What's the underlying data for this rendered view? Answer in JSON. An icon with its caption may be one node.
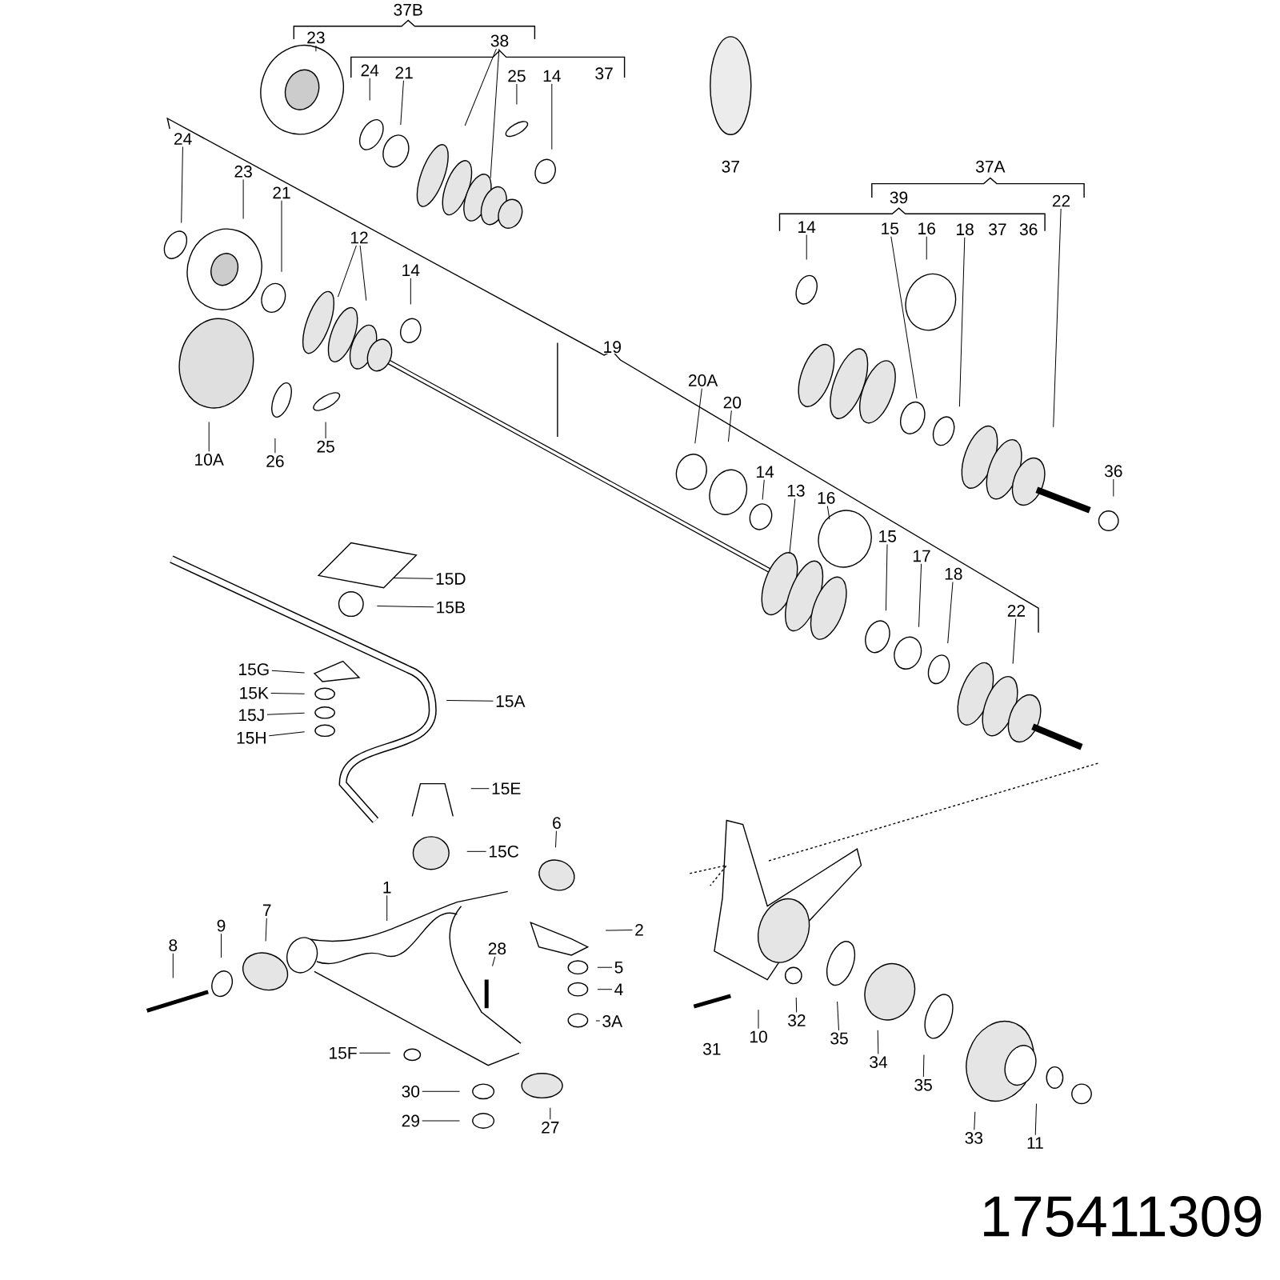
{
  "diagram": {
    "nodes": [
      {
        "text": [
          "23"
        ]
      },
      {
        "text": [
          "38"
        ]
      },
      {
        "text": [
          "24"
        ]
      },
      {
        "text": [
          "21"
        ]
      },
      {
        "text": [
          "25"
        ]
      },
      {
        "text": [
          "14"
        ]
      },
      {
        "text": [
          "24"
        ]
      },
      {
        "text": [
          "23"
        ]
      },
      {
        "text": [
          "21"
        ]
      },
      {
        "text": [
          "12"
        ]
      },
      {
        "text": [
          "14"
        ]
      },
      {
        "text": [
          "14"
        ]
      },
      {
        "text": [
          "15"
        ]
      },
      {
        "text": [
          "16"
        ]
      },
      {
        "text": [
          "18"
        ]
      },
      {
        "text": [
          "22"
        ]
      },
      {
        "text": [
          "20A"
        ]
      },
      {
        "text": [
          "20"
        ]
      },
      {
        "text": [
          "10A"
        ]
      },
      {
        "text": [
          "26"
        ]
      },
      {
        "text": [
          "25"
        ]
      },
      {
        "text": [
          "36"
        ]
      },
      {
        "text": [
          "14"
        ]
      },
      {
        "text": [
          "13"
        ]
      },
      {
        "text": [
          "16"
        ]
      },
      {
        "text": [
          "15"
        ]
      },
      {
        "text": [
          "17"
        ]
      },
      {
        "text": [
          "18"
        ]
      },
      {
        "text": [
          "22"
        ]
      },
      {
        "text": [
          "15D"
        ]
      },
      {
        "text": [
          "15B"
        ]
      },
      {
        "text": [
          "15G"
        ]
      },
      {
        "text": [
          "15K"
        ]
      },
      {
        "text": [
          "15J"
        ]
      },
      {
        "text": [
          "15H"
        ]
      },
      {
        "text": [
          "15A"
        ]
      },
      {
        "text": [
          "15E"
        ]
      },
      {
        "text": [
          "6"
        ]
      },
      {
        "text": [
          "15C"
        ]
      },
      {
        "text": [
          "1"
        ]
      },
      {
        "text": [
          "7"
        ]
      },
      {
        "text": [
          "2"
        ]
      },
      {
        "text": [
          "9"
        ]
      },
      {
        "text": [
          "8"
        ]
      },
      {
        "text": [
          "28"
        ]
      },
      {
        "text": [
          "5"
        ]
      },
      {
        "text": [
          "4"
        ]
      },
      {
        "text": [
          "3A"
        ]
      },
      {
        "text": [
          "10"
        ]
      },
      {
        "text": [
          "32"
        ]
      },
      {
        "text": [
          "35"
        ]
      },
      {
        "text": [
          "15F"
        ]
      },
      {
        "text": [
          "34"
        ]
      },
      {
        "text": [
          "35"
        ]
      },
      {
        "text": [
          "30"
        ]
      },
      {
        "text": [
          "29"
        ]
      },
      {
        "text": [
          "27"
        ]
      },
      {
        "text": [
          "33"
        ]
      },
      {
        "text": [
          "11"
        ]
      }
    ],
    "edges": [
      {
        "from": 0,
        "to": null,
        "arrow": "none"
      },
      {
        "from": 1,
        "to": null,
        "arrow": "none"
      },
      {
        "from": 1,
        "to": null,
        "arrow": "none"
      },
      {
        "from": 2,
        "to": null,
        "arrow": "none"
      },
      {
        "from": 3,
        "to": null,
        "arrow": "none"
      },
      {
        "from": 4,
        "to": null,
        "arrow": "none"
      },
      {
        "from": 5,
        "to": null,
        "arrow": "none"
      },
      {
        "from": 6,
        "to": null,
        "arrow": "none"
      },
      {
        "from": 7,
        "to": null,
        "arrow": "none"
      },
      {
        "from": 8,
        "to": null,
        "arrow": "none"
      },
      {
        "from": 9,
        "to": null,
        "arrow": "none"
      },
      {
        "from": 9,
        "to": null,
        "arrow": "none"
      },
      {
        "from": 10,
        "to": null,
        "arrow": "none"
      },
      {
        "from": 11,
        "to": null,
        "arrow": "none"
      },
      {
        "from": 12,
        "to": null,
        "arrow": "none"
      },
      {
        "from": 13,
        "to": null,
        "arrow": "none"
      },
      {
        "from": 14,
        "to": null,
        "arrow": "none"
      },
      {
        "from": 15,
        "to": null,
        "arrow": "none"
      },
      {
        "from": 16,
        "to": null,
        "arrow": "none"
      },
      {
        "from": 17,
        "to": null,
        "arrow": "none"
      },
      {
        "from": 18,
        "to": null,
        "arrow": "none"
      },
      {
        "from": 19,
        "to": null,
        "arrow": "none"
      },
      {
        "from": 20,
        "to": null,
        "arrow": "none"
      },
      {
        "from": 21,
        "to": null,
        "arrow": "none"
      },
      {
        "from": 22,
        "to": null,
        "arrow": "none"
      },
      {
        "from": 23,
        "to": null,
        "arrow": "none"
      },
      {
        "from": 24,
        "to": null,
        "arrow": "none"
      },
      {
        "from": 25,
        "to": null,
        "arrow": "none"
      },
      {
        "from": 26,
        "to": null,
        "arrow": "none"
      },
      {
        "from": 27,
        "to": null,
        "arrow": "none"
      },
      {
        "from": 28,
        "to": null,
        "arrow": "none"
      },
      {
        "from": 29,
        "to": null,
        "arrow": "none"
      },
      {
        "from": 30,
        "to": null,
        "arrow": "none"
      },
      {
        "from": 31,
        "to": null,
        "arrow": "none"
      },
      {
        "from": 32,
        "to": null,
        "arrow": "none"
      },
      {
        "from": 33,
        "to": null,
        "arrow": "none"
      },
      {
        "from": 34,
        "to": null,
        "arrow": "none"
      },
      {
        "from": 35,
        "to": null,
        "arrow": "none"
      },
      {
        "from": 36,
        "to": null,
        "arrow": "none"
      },
      {
        "from": 37,
        "to": null,
        "arrow": "none"
      },
      {
        "from": 38,
        "to": null,
        "arrow": "none"
      },
      {
        "from": 39,
        "to": null,
        "arrow": "none"
      },
      {
        "from": 40,
        "to": null,
        "arrow": "none"
      },
      {
        "from": 41,
        "to": null,
        "arrow": "none"
      },
      {
        "from": 42,
        "to": null,
        "arrow": "none"
      },
      {
        "from": 43,
        "to": null,
        "arrow": "none"
      },
      {
        "from": 44,
        "to": null,
        "arrow": "none"
      },
      {
        "from": 45,
        "to": null,
        "arrow": "none"
      },
      {
        "from": 46,
        "to": null,
        "arrow": "none"
      },
      {
        "from": 47,
        "to": null,
        "arrow": "none"
      },
      {
        "from": 48,
        "to": null,
        "arrow": "none"
      },
      {
        "from": 49,
        "to": null,
        "arrow": "none"
      },
      {
        "from": 50,
        "to": null,
        "arrow": "none"
      },
      {
        "from": 51,
        "to": null,
        "arrow": "none"
      },
      {
        "from": 52,
        "to": null,
        "arrow": "none"
      },
      {
        "from": 53,
        "to": null,
        "arrow": "none"
      },
      {
        "from": 54,
        "to": null,
        "arrow": "none"
      },
      {
        "from": 55,
        "to": null,
        "arrow": "none"
      },
      {
        "from": 56,
        "to": null,
        "arrow": "none"
      },
      {
        "from": 57,
        "to": null,
        "arrow": "none"
      },
      {
        "from": 58,
        "to": null,
        "arrow": "none"
      }
    ],
    "labels": [
      "37B",
      "37",
      "37",
      "37A",
      "39",
      "37",
      "36",
      "19",
      "31",
      "175411309"
    ]
  }
}
